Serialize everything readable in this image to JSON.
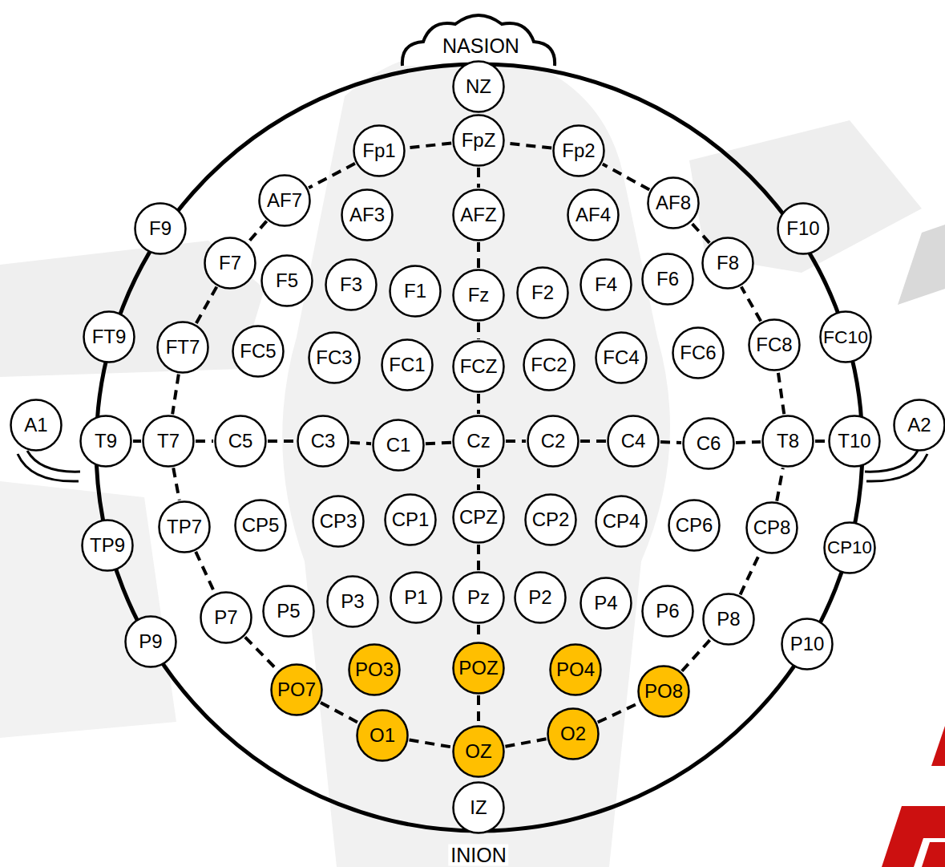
{
  "diagram": {
    "nodes": [
      {
        "text": [
          "NZ"
        ]
      },
      {
        "text": [
          "Fp1"
        ]
      },
      {
        "text": [
          "FpZ"
        ]
      },
      {
        "text": [
          "Fp2"
        ]
      },
      {
        "text": [
          "AF7"
        ]
      },
      {
        "text": [
          "AF3"
        ]
      },
      {
        "text": [
          "AFZ"
        ]
      },
      {
        "text": [
          "AF4"
        ]
      },
      {
        "text": [
          "AF8"
        ]
      },
      {
        "text": [
          "F9"
        ]
      },
      {
        "text": [
          "F10"
        ]
      },
      {
        "text": [
          "F7"
        ]
      },
      {
        "text": [
          "F5"
        ]
      },
      {
        "text": [
          "F3"
        ]
      },
      {
        "text": [
          "F1"
        ]
      },
      {
        "text": [
          "Fz"
        ]
      },
      {
        "text": [
          "F2"
        ]
      },
      {
        "text": [
          "F4"
        ]
      },
      {
        "text": [
          "F6"
        ]
      },
      {
        "text": [
          "F8"
        ]
      },
      {
        "text": [
          "FT9"
        ]
      },
      {
        "text": [
          "FT7"
        ]
      },
      {
        "text": [
          "FC5"
        ]
      },
      {
        "text": [
          "FC3"
        ]
      },
      {
        "text": [
          "FC1"
        ]
      },
      {
        "text": [
          "FCZ"
        ]
      },
      {
        "text": [
          "FC2"
        ]
      },
      {
        "text": [
          "FC4"
        ]
      },
      {
        "text": [
          "FC6"
        ]
      },
      {
        "text": [
          "FC8"
        ]
      },
      {
        "text": [
          "FC10"
        ]
      },
      {
        "text": [
          "A1"
        ]
      },
      {
        "text": [
          "T9"
        ]
      },
      {
        "text": [
          "T7"
        ]
      },
      {
        "text": [
          "C5"
        ]
      },
      {
        "text": [
          "C3"
        ]
      },
      {
        "text": [
          "C1"
        ]
      },
      {
        "text": [
          "Cz"
        ]
      },
      {
        "text": [
          "C2"
        ]
      },
      {
        "text": [
          "C4"
        ]
      },
      {
        "text": [
          "C6"
        ]
      },
      {
        "text": [
          "T8"
        ]
      },
      {
        "text": [
          "T10"
        ]
      },
      {
        "text": [
          "A2"
        ]
      },
      {
        "text": [
          "TP9"
        ]
      },
      {
        "text": [
          "TP7"
        ]
      },
      {
        "text": [
          "CP5"
        ]
      },
      {
        "text": [
          "CP3"
        ]
      },
      {
        "text": [
          "CP1"
        ]
      },
      {
        "text": [
          "CPZ"
        ]
      },
      {
        "text": [
          "CP2"
        ]
      },
      {
        "text": [
          "CP4"
        ]
      },
      {
        "text": [
          "CP6"
        ]
      },
      {
        "text": [
          "CP8"
        ]
      },
      {
        "text": [
          "CP10"
        ]
      },
      {
        "text": [
          "P9"
        ]
      },
      {
        "text": [
          "P7"
        ]
      },
      {
        "text": [
          "P5"
        ]
      },
      {
        "text": [
          "P3"
        ]
      },
      {
        "text": [
          "P1"
        ]
      },
      {
        "text": [
          "Pz"
        ]
      },
      {
        "text": [
          "P2"
        ]
      },
      {
        "text": [
          "P4"
        ]
      },
      {
        "text": [
          "P6"
        ]
      },
      {
        "text": [
          "P8"
        ]
      },
      {
        "text": [
          "P10"
        ]
      },
      {
        "text": [
          "PO7"
        ]
      },
      {
        "text": [
          "PO3"
        ]
      },
      {
        "text": [
          "POZ"
        ]
      },
      {
        "text": [
          "PO4"
        ]
      },
      {
        "text": [
          "PO8"
        ]
      },
      {
        "text": [
          "O1"
        ]
      },
      {
        "text": [
          "OZ"
        ]
      },
      {
        "text": [
          "O2"
        ]
      },
      {
        "text": [
          "IZ"
        ]
      }
    ],
    "edges": [
      {
        "from": 2,
        "to": 6,
        "arrow": "none"
      },
      {
        "from": 6,
        "to": 15,
        "arrow": "none"
      },
      {
        "from": 15,
        "to": 25,
        "arrow": "none"
      },
      {
        "from": 25,
        "to": 37,
        "arrow": "none"
      },
      {
        "from": 37,
        "to": 49,
        "arrow": "none"
      },
      {
        "from": 49,
        "to": 60,
        "arrow": "none"
      },
      {
        "from": 60,
        "to": 68,
        "arrow": "none"
      },
      {
        "from": 68,
        "to": 72,
        "arrow": "none"
      },
      {
        "from": 32,
        "to": 33,
        "arrow": "none"
      },
      {
        "from": 33,
        "to": 34,
        "arrow": "none"
      },
      {
        "from": 34,
        "to": 35,
        "arrow": "none"
      },
      {
        "from": 35,
        "to": 36,
        "arrow": "none"
      },
      {
        "from": 36,
        "to": 37,
        "arrow": "none"
      },
      {
        "from": 37,
        "to": 38,
        "arrow": "none"
      },
      {
        "from": 38,
        "to": 39,
        "arrow": "none"
      },
      {
        "from": 39,
        "to": 40,
        "arrow": "none"
      },
      {
        "from": 40,
        "to": 41,
        "arrow": "none"
      },
      {
        "from": 41,
        "to": 42,
        "arrow": "none"
      },
      {
        "from": 2,
        "to": 1,
        "arrow": "none"
      },
      {
        "from": 1,
        "to": 4,
        "arrow": "none"
      },
      {
        "from": 4,
        "to": 11,
        "arrow": "none"
      },
      {
        "from": 11,
        "to": 21,
        "arrow": "none"
      },
      {
        "from": 21,
        "to": 33,
        "arrow": "none"
      },
      {
        "from": 33,
        "to": 45,
        "arrow": "none"
      },
      {
        "from": 45,
        "to": 56,
        "arrow": "none"
      },
      {
        "from": 56,
        "to": 66,
        "arrow": "none"
      },
      {
        "from": 66,
        "to": 71,
        "arrow": "none"
      },
      {
        "from": 71,
        "to": 72,
        "arrow": "none"
      },
      {
        "from": 72,
        "to": 73,
        "arrow": "none"
      },
      {
        "from": 73,
        "to": 70,
        "arrow": "none"
      },
      {
        "from": 70,
        "to": 64,
        "arrow": "none"
      },
      {
        "from": 64,
        "to": 53,
        "arrow": "none"
      },
      {
        "from": 53,
        "to": 41,
        "arrow": "none"
      },
      {
        "from": 41,
        "to": 29,
        "arrow": "none"
      },
      {
        "from": 29,
        "to": 19,
        "arrow": "none"
      },
      {
        "from": 19,
        "to": 8,
        "arrow": "none"
      },
      {
        "from": 8,
        "to": 3,
        "arrow": "none"
      },
      {
        "from": 3,
        "to": 2,
        "arrow": "none"
      }
    ],
    "labels": [
      "NASION",
      "INION"
    ]
  }
}
